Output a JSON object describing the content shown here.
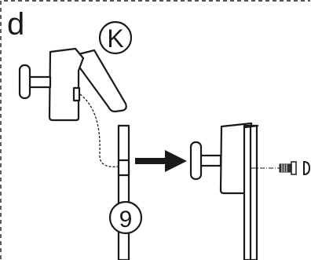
{
  "diagram": {
    "panel_letter": "d",
    "part_label": "K",
    "step_number": "9",
    "colors": {
      "ink": "#1a1a1a",
      "paper": "#ffffff"
    }
  }
}
